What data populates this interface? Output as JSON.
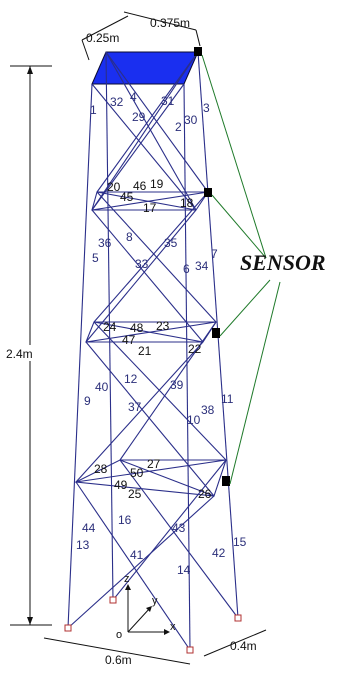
{
  "dimensions": {
    "top_width": "0.25m",
    "top_depth": "0.375m",
    "height": "2.4m",
    "base_width": "0.6m",
    "base_depth": "0.4m"
  },
  "label": {
    "sensor": "SENSOR"
  },
  "axes": {
    "x": "x",
    "y": "y",
    "z": "z",
    "origin": "o"
  },
  "members": [
    "1",
    "2",
    "3",
    "4",
    "5",
    "6",
    "7",
    "8",
    "9",
    "10",
    "11",
    "12",
    "13",
    "14",
    "15",
    "16",
    "17",
    "18",
    "19",
    "20",
    "21",
    "22",
    "23",
    "24",
    "25",
    "26",
    "27",
    "28",
    "29",
    "30",
    "31",
    "32",
    "33",
    "34",
    "35",
    "36",
    "37",
    "38",
    "39",
    "40",
    "41",
    "42",
    "43",
    "44",
    "45",
    "46",
    "47",
    "48",
    "49",
    "50"
  ],
  "colors": {
    "member": "#2b2f8a",
    "sensor_line": "#1f7a2a",
    "top_plate": "#1a2ff0"
  }
}
